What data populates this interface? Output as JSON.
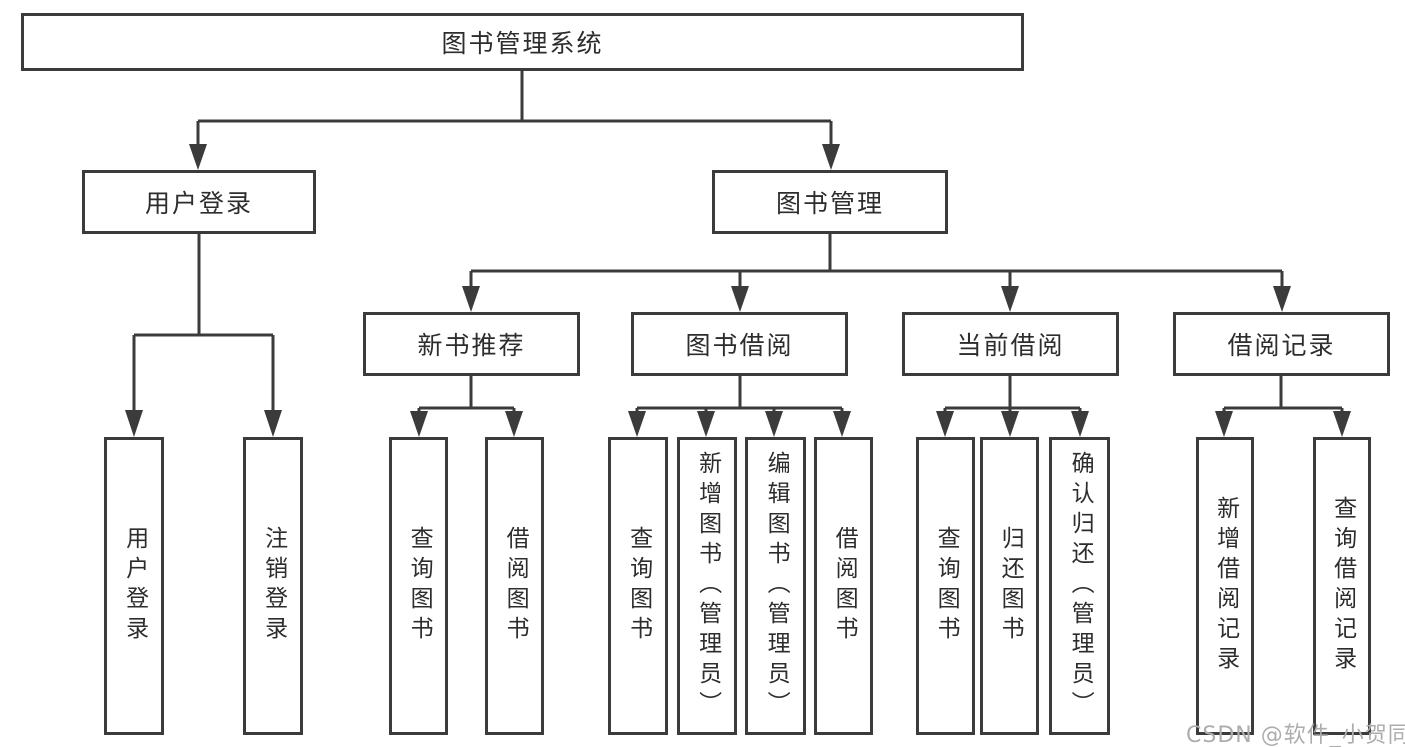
{
  "diagram_type": "hierarchy-tree",
  "colors": {
    "line": "#3b3b3b",
    "box_border": "#3b3b3b",
    "text": "#2d2d2d",
    "background": "#ffffff",
    "watermark": "#adadad"
  },
  "tree": {
    "label": "图书管理系统",
    "children": [
      {
        "label": "用户登录",
        "children": [
          {
            "label": "用户登录"
          },
          {
            "label": "注销登录"
          }
        ]
      },
      {
        "label": "图书管理",
        "children": [
          {
            "label": "新书推荐",
            "children": [
              {
                "label": "查询图书"
              },
              {
                "label": "借阅图书"
              }
            ]
          },
          {
            "label": "图书借阅",
            "children": [
              {
                "label": "查询图书"
              },
              {
                "label": "新增图书（管理员）"
              },
              {
                "label": "编辑图书（管理员）"
              },
              {
                "label": "借阅图书"
              }
            ]
          },
          {
            "label": "当前借阅",
            "children": [
              {
                "label": "查询图书"
              },
              {
                "label": "归还图书"
              },
              {
                "label": "确认归还（管理员）"
              }
            ]
          },
          {
            "label": "借阅记录",
            "children": [
              {
                "label": "新增借阅记录"
              },
              {
                "label": "查询借阅记录"
              }
            ]
          }
        ]
      }
    ]
  },
  "watermark": {
    "text": "CSDN @软件_小贺同学"
  }
}
